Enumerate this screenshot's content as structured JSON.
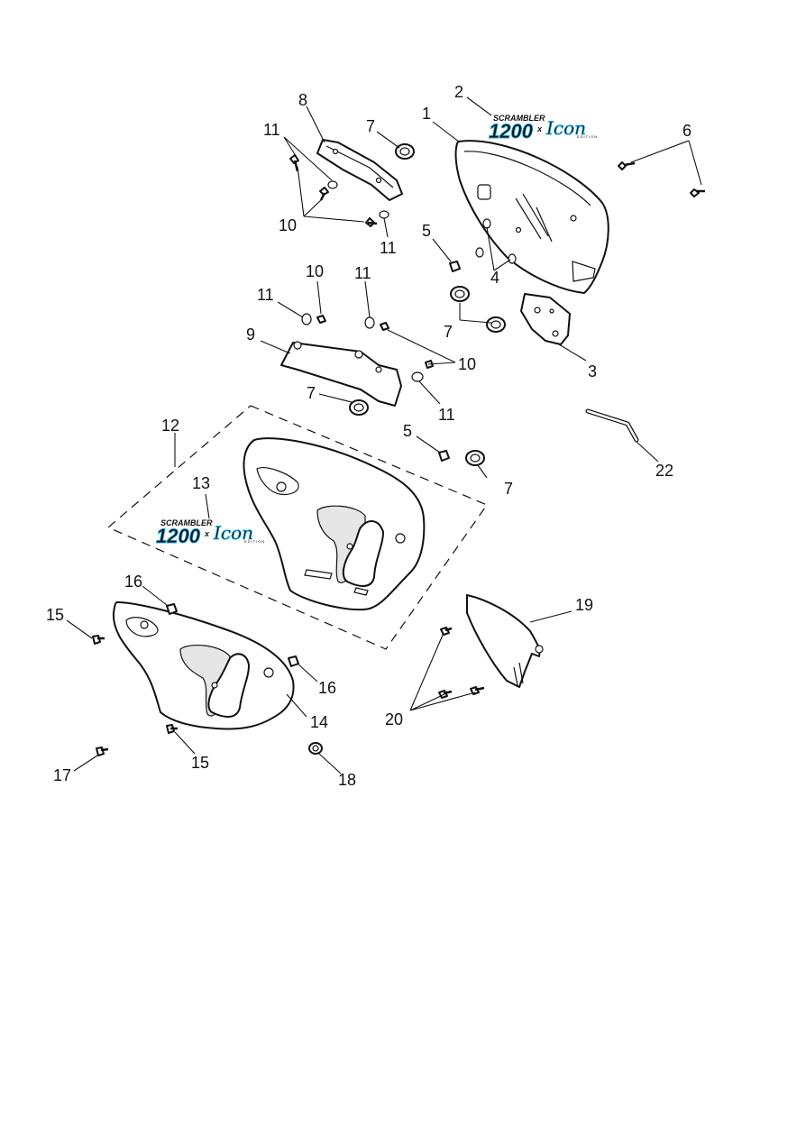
{
  "callouts": {
    "c1": "1",
    "c2": "2",
    "c3": "3",
    "c4": "4",
    "c5a": "5",
    "c5b": "5",
    "c6": "6",
    "c7a": "7",
    "c7b": "7",
    "c7c": "7",
    "c7d": "7",
    "c8": "8",
    "c9": "9",
    "c10a": "10",
    "c10b": "10",
    "c10c": "10",
    "c11a": "11",
    "c11b": "11",
    "c11c": "11",
    "c11d": "11",
    "c11e": "11",
    "c12": "12",
    "c13": "13",
    "c14": "14",
    "c15a": "15",
    "c15b": "15",
    "c16a": "16",
    "c16b": "16",
    "c17": "17",
    "c18": "18",
    "c19": "19",
    "c20": "20",
    "c22": "22"
  },
  "decal": {
    "line1": "SCRAMBLER",
    "line2": "1200",
    "line3": "x",
    "line4": "Icon",
    "line5": "EDITION"
  }
}
